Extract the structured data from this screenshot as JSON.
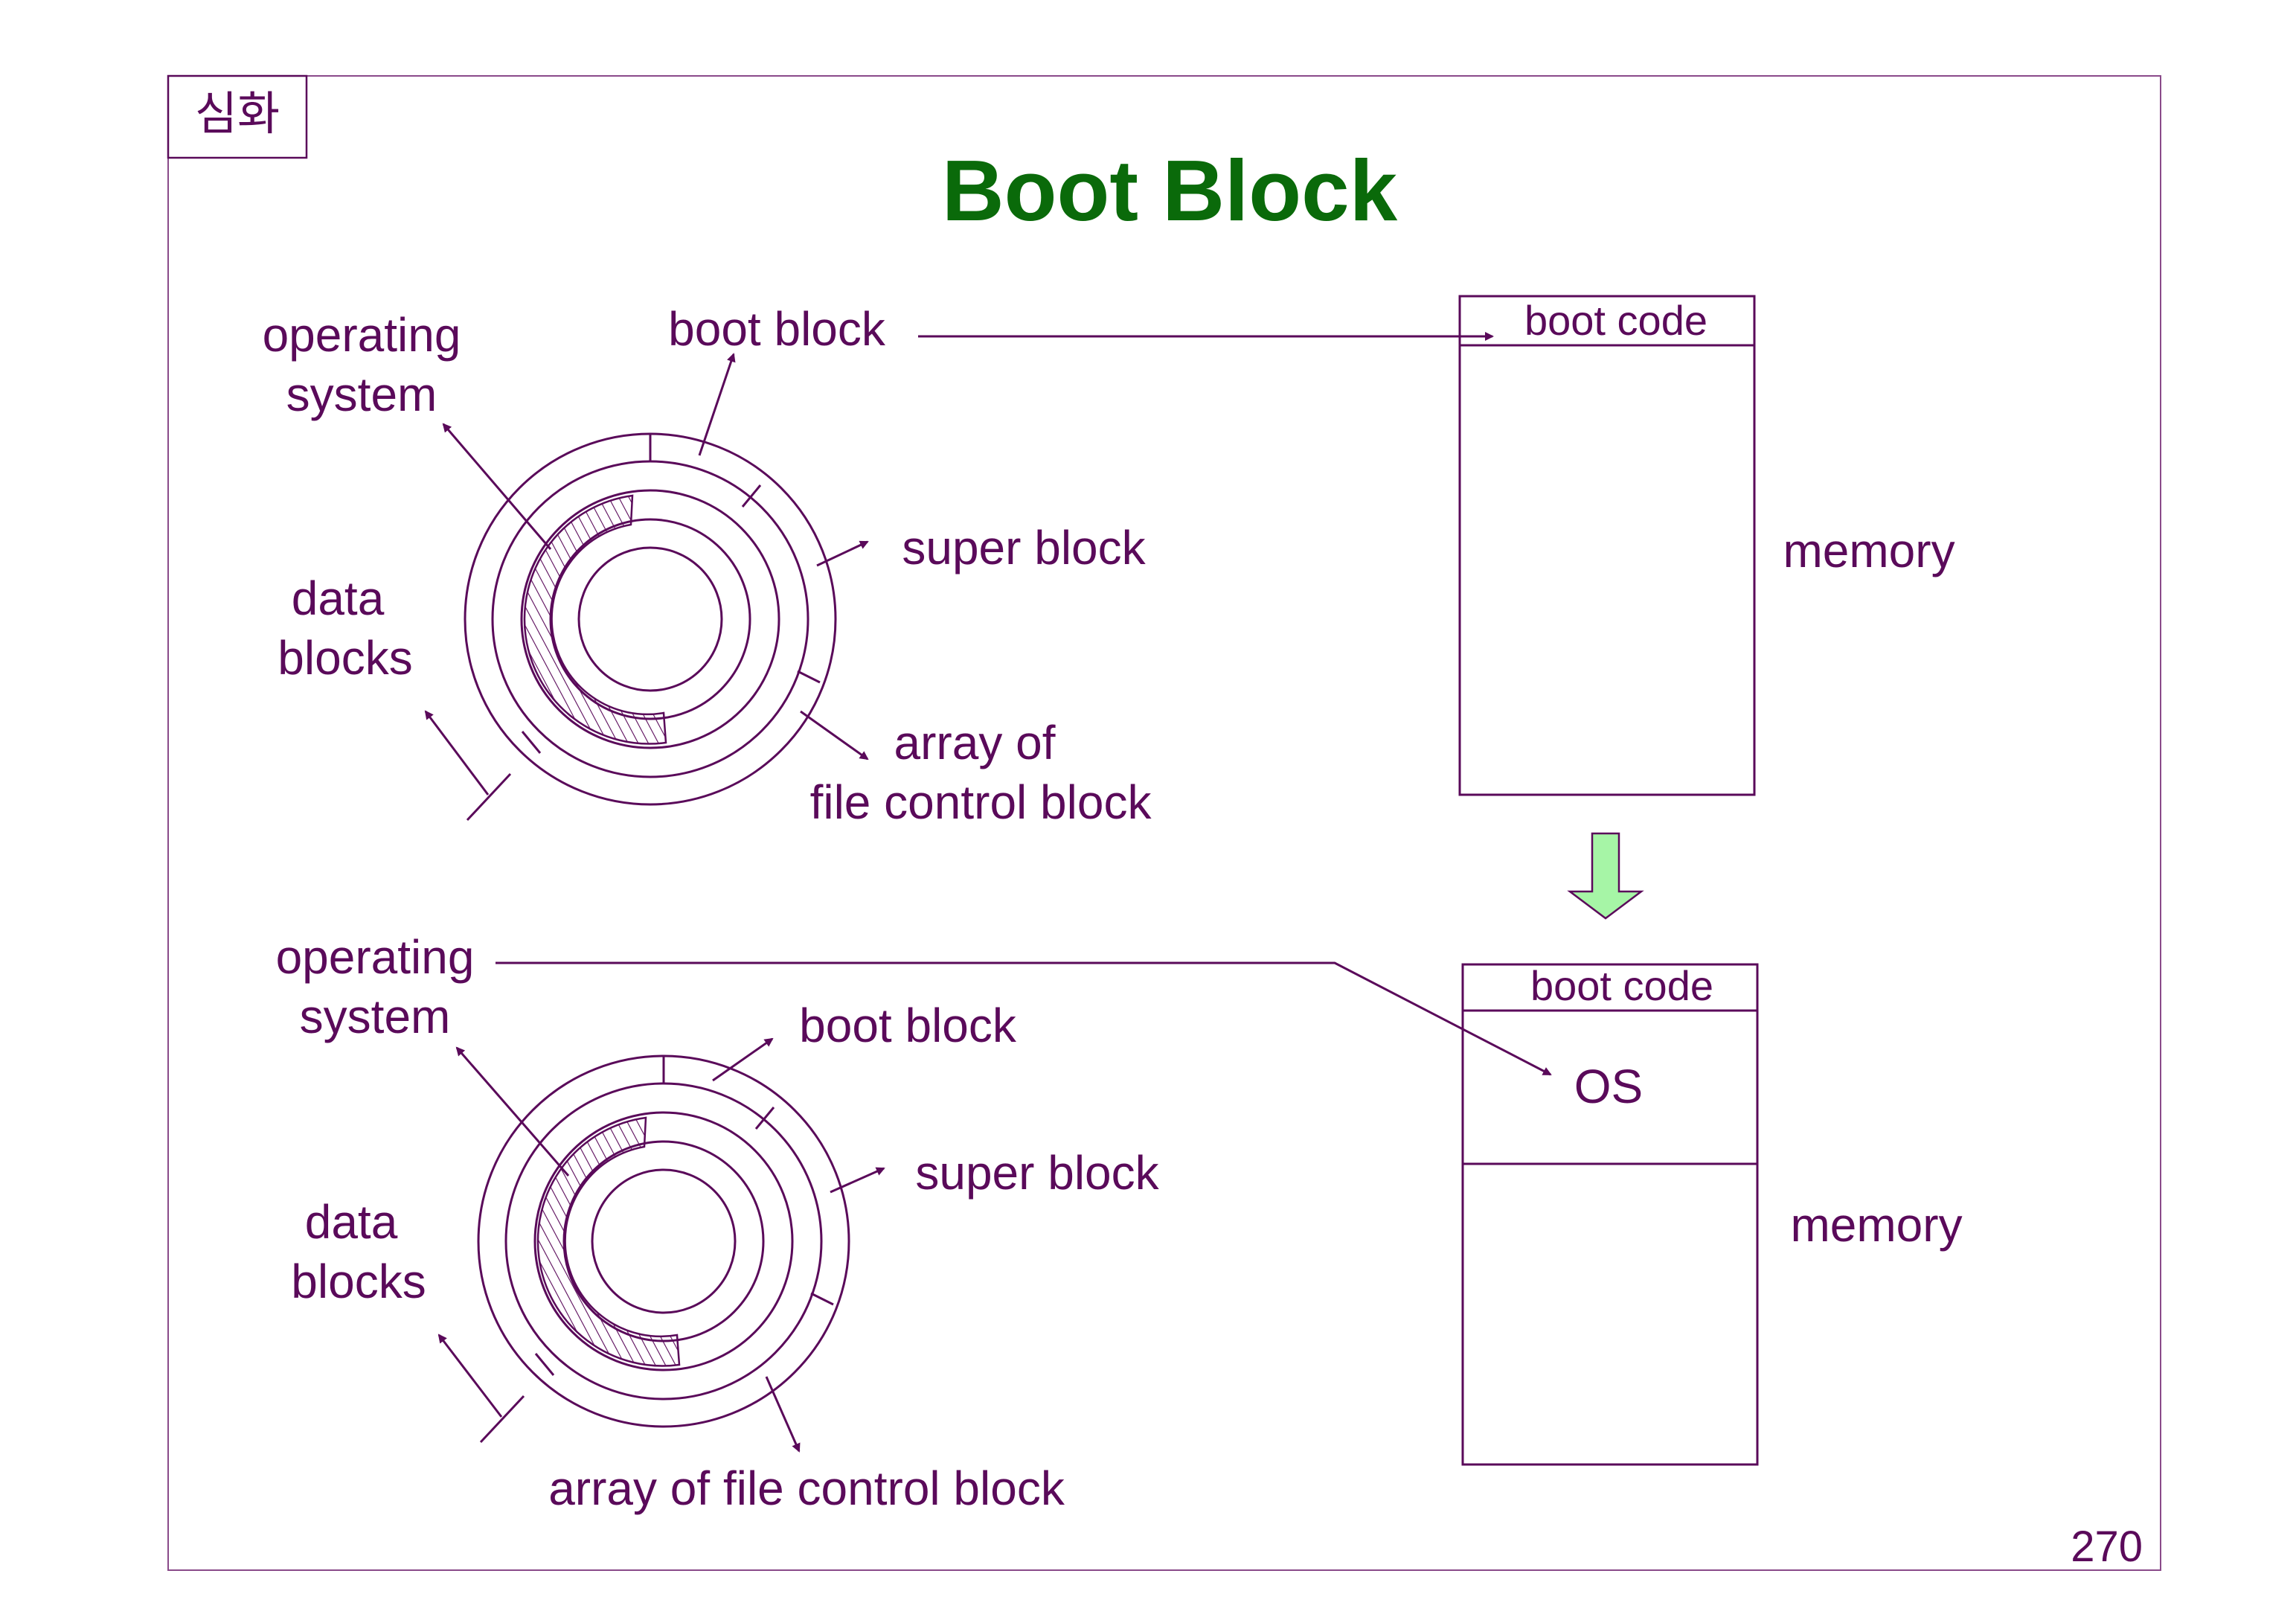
{
  "slide": {
    "tag": "심화",
    "title": "Boot Block",
    "page_number": "270"
  },
  "top_diagram": {
    "operating_system_line1": "operating",
    "operating_system_line2": "system",
    "boot_block": "boot block",
    "super_block": "super block",
    "data_blocks_line1": "data",
    "data_blocks_line2": "blocks",
    "array_line1": "array of",
    "array_line2": "file control block",
    "memory_boot_code": "boot code",
    "memory_label": "memory"
  },
  "bottom_diagram": {
    "operating_system_line1": "operating",
    "operating_system_line2": "system",
    "boot_block": "boot block",
    "super_block": "super block",
    "data_blocks_line1": "data",
    "data_blocks_line2": "blocks",
    "array_label": "array of file control block",
    "memory_boot_code": "boot code",
    "memory_os": "OS",
    "memory_label": "memory"
  },
  "colors": {
    "text": "#5a0a5a",
    "title": "#0a6a0a",
    "transition_arrow": "#a6f5a6"
  },
  "icons": {
    "transition": "down-arrow-icon"
  }
}
